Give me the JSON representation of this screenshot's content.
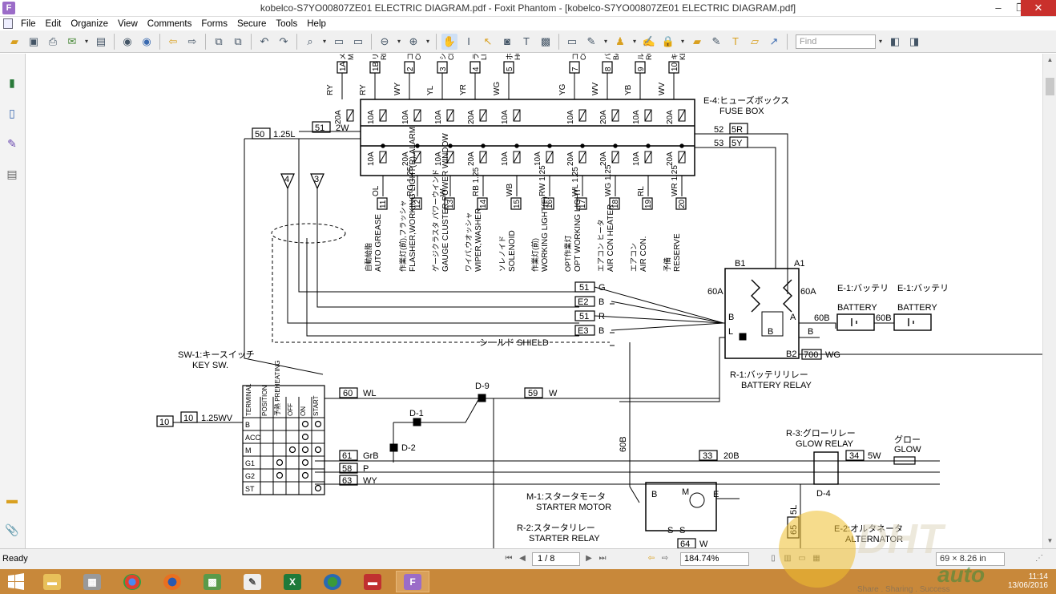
{
  "window": {
    "title": "kobelco-S7YO00807ZE01 ELECTRIC DIAGRAM.pdf - Foxit Phantom - [kobelco-S7YO00807ZE01 ELECTRIC DIAGRAM.pdf]",
    "minimize": "–",
    "restore": "❐",
    "close": "✕"
  },
  "menu": {
    "items": [
      "File",
      "Edit",
      "Organize",
      "View",
      "Comments",
      "Forms",
      "Secure",
      "Tools",
      "Help"
    ]
  },
  "toolbar": {
    "find_placeholder": "Find"
  },
  "status": {
    "ready": "Ready",
    "page": "1 / 8",
    "zoom": "184.74%",
    "dims": "69 × 8.26 in"
  },
  "clock": {
    "time": "11:14",
    "date": "13/06/2016"
  },
  "watermark": {
    "brand": "DHT",
    "suffix": "auto",
    "tagline": "Share . Sharing . Success"
  },
  "colors": {
    "taskbar": "#c8883a",
    "sidebar": "#f3f3f3",
    "close": "#c9302c"
  },
  "diagram": {
    "fuse_box_jp": "E-4:ヒューズボックス",
    "fuse_box_en": "FUSE BOX",
    "top_fuses": [
      {
        "wire": "RY",
        "num": "1A",
        "amp": "20A",
        "jp": "メイン",
        "en": "MAIN"
      },
      {
        "wire": "RY",
        "num": "1B",
        "amp": "10A",
        "jp": "リレー",
        "en": "RELAY"
      },
      {
        "wire": "WY",
        "num": "2",
        "amp": "10A",
        "jp": "コント",
        "en": "CONT"
      },
      {
        "wire": "YL",
        "num": "3",
        "amp": "10A",
        "jp": "シガー",
        "en": "CIGAR"
      },
      {
        "wire": "YR",
        "num": "4",
        "amp": "20A",
        "jp": "ライト",
        "en": "LIGHT"
      },
      {
        "wire": "WG",
        "num": "5",
        "amp": "10A",
        "jp": "ホーン",
        "en": "HORN"
      },
      {
        "wire": "YG",
        "num": "7",
        "amp": "10A",
        "jp": "コントローラ",
        "en": "CONTROLLER"
      },
      {
        "wire": "WV",
        "num": "8",
        "amp": "20A",
        "jp": "バッテリ",
        "en": "BATTERY"
      },
      {
        "wire": "YB",
        "num": "9",
        "amp": "10A",
        "jp": "ルームランプ",
        "en": "ROOM LAMP"
      },
      {
        "wire": "WV",
        "num": "10",
        "amp": "20A",
        "jp": "キー",
        "en": "KEY"
      }
    ],
    "bottom_fuses": [
      {
        "amp": "10A",
        "wire": "OL",
        "num": "11",
        "jp": "自動給脂",
        "en": "AUTO GREASE"
      },
      {
        "amp": "20A",
        "wire": "RG 1.25",
        "num": "12",
        "jp": "作業灯(前),フラッシャ",
        "en": "FLASHER,WORKING LIGHT(R),ALARM"
      },
      {
        "amp": "10A",
        "wire": "W",
        "num": "13",
        "jp": "ゲージクラスタ パワーウインド",
        "en": "GAUGE CLUSTER POWER WINDOW"
      },
      {
        "amp": "20A",
        "wire": "RB 1.25",
        "num": "14",
        "jp": "ワイパ,ウオッシャ",
        "en": "WIPER,WASHER"
      },
      {
        "amp": "10A",
        "wire": "WB",
        "num": "15",
        "jp": "ソレノイド",
        "en": "SOLENOID"
      },
      {
        "amp": "10A",
        "wire": "RW 1.25",
        "num": "16",
        "jp": "作業灯(前)",
        "en": "WORKING LIGHT(F)"
      },
      {
        "amp": "20A",
        "wire": "WL 1.25",
        "num": "17",
        "jp": "OPT作業灯",
        "en": "OPT WORKING LIGHT"
      },
      {
        "amp": "20A",
        "wire": "WG 1.25",
        "num": "18",
        "jp": "エアコン ヒータ",
        "en": "AIR CON HEATER"
      },
      {
        "amp": "10A",
        "wire": "RL",
        "num": "19",
        "jp": "エアコン",
        "en": "AIR CON."
      },
      {
        "amp": "20A",
        "wire": "WR 1.25",
        "num": "20",
        "jp": "予備",
        "en": "RESERVE"
      }
    ],
    "wire_50": "50",
    "wire_50_label": "1.25L",
    "wire_51": "51",
    "wire_51_label": "2W",
    "wire_52": "52",
    "wire_52_label": "5R",
    "wire_53": "53",
    "wire_53_label": "5Y",
    "tri_4": "4",
    "tri_3": "3",
    "relay_b1": "B1",
    "relay_a1": "A1",
    "relay_60a_left": "60A",
    "relay_60a_right": "60A",
    "relay_b": "B",
    "relay_a": "A",
    "relay_l": "L",
    "relay_b_small": "B",
    "relay_b2": "B2",
    "battery_relay_jp": "R-1:バッテリリレー",
    "battery_relay_en": "BATTERY RELAY",
    "bat1_jp": "E-1:バッテリ",
    "bat1_en": "BATTERY",
    "bat2_jp": "E-1:バッテリ",
    "bat2_en": "BATTERY",
    "w60b_1": "60B",
    "w60b_2": "60B",
    "w700": "700",
    "w700_label": "WG",
    "g51_1": "51",
    "g51_1_label": "G",
    "e2": "E2",
    "e2_label": "B",
    "g51_2": "51",
    "g51_2_label": "R",
    "e3": "E3",
    "e3_label": "B",
    "shield": "シールド SHIELD",
    "key_sw_jp": "SW-1:キースイッチ",
    "key_sw_en": "KEY SW.",
    "key_cols": [
      "TERMINAL",
      "POSITION",
      "予熱 PREHEATING",
      "OFF",
      "ON",
      "START"
    ],
    "key_rows": [
      "B",
      "ACC",
      "M",
      "G1",
      "G2",
      "ST"
    ],
    "w10": "10",
    "w10b": "10",
    "w10_label": "1.25WV",
    "w60": "60",
    "w60_label": "WL",
    "d9": "D-9",
    "w59": "59",
    "w59_label": "W",
    "d1": "D-1",
    "d2": "D-2",
    "w61": "61",
    "w61_label": "GrB",
    "w58": "58",
    "w58_label": "P",
    "w63": "63",
    "w63_label": "WY",
    "w60b_vert": "60B",
    "glow_relay_jp": "R-3:グローリレー",
    "glow_relay_en": "GLOW RELAY",
    "w33": "33",
    "w33_label": "20B",
    "w34": "34",
    "w34_label": "5W",
    "glow_jp": "グロー",
    "glow_en": "GLOW",
    "d4": "D-4",
    "starter_jp": "M-1:スタータモータ",
    "starter_en": "STARTER MOTOR",
    "starter_relay_jp": "R-2:スタータリレー",
    "starter_relay_en": "STARTER RELAY",
    "m_b": "B",
    "m_m": "M",
    "m_e": "E",
    "m_s1": "S",
    "m_s2": "S",
    "w64": "64",
    "w64_label": "W",
    "w65": "65",
    "w65_label": "5L",
    "alt_jp": "E-2:オルタネータ",
    "alt_en": "ALTERNATOR"
  }
}
